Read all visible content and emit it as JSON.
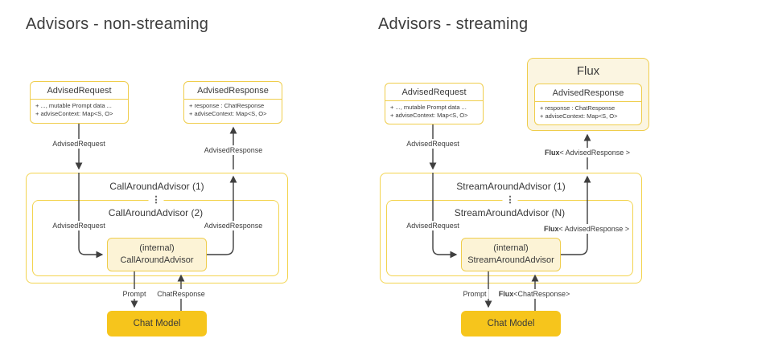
{
  "colors": {
    "box_border": "#efcd4c",
    "container_border": "#f3d44f",
    "internal_fill": "#fcf3d6",
    "flux_fill": "#fbf5e1",
    "chat_model_fill": "#f6c51c",
    "text": "#3a3a3a",
    "arrow": "#3f3f3f"
  },
  "left": {
    "title": "Advisors - non-streaming",
    "advised_request": {
      "header": "AdvisedRequest",
      "attrs": [
        "+ ..., mutable Prompt data ...",
        "+ adviseContext: Map<S, O>"
      ]
    },
    "advised_response": {
      "header": "AdvisedResponse",
      "attrs": [
        "+ response : ChatResponse",
        "+ adviseContext: Map<S, O>"
      ]
    },
    "outer_label": "CallAroundAdvisor (1)",
    "inner_label": "CallAroundAdvisor (2)",
    "dots": "⋮",
    "internal": {
      "line1": "(internal)",
      "line2": "CallAroundAdvisor"
    },
    "chat_model": "Chat Model",
    "labels": {
      "request_top": "AdvisedRequest",
      "response_top": "AdvisedResponse",
      "request_mid": "AdvisedRequest",
      "response_mid": "AdvisedResponse",
      "prompt": "Prompt",
      "chat_response": "ChatResponse"
    }
  },
  "right": {
    "title": "Advisors - streaming",
    "advised_request": {
      "header": "AdvisedRequest",
      "attrs": [
        "+ ..., mutable Prompt data ...",
        "+ adviseContext: Map<S, O>"
      ]
    },
    "flux_wrapper": {
      "title": "Flux",
      "advised_response": {
        "header": "AdvisedResponse",
        "attrs": [
          "+ response : ChatResponse",
          "+ adviseContext: Map<S, O>"
        ]
      }
    },
    "outer_label": "StreamAroundAdvisor (1)",
    "inner_label": "StreamAroundAdvisor (N)",
    "dots": "⋮",
    "internal": {
      "line1": "(internal)",
      "line2": "StreamAroundAdvisor"
    },
    "chat_model": "Chat Model",
    "labels": {
      "request_top": "AdvisedRequest",
      "flux_top": {
        "bold": "Flux",
        "rest": "< AdvisedResponse >"
      },
      "request_mid": "AdvisedRequest",
      "flux_mid": {
        "bold": "Flux",
        "rest": "< AdvisedResponse >"
      },
      "prompt": "Prompt",
      "flux_chat": {
        "bold": "Flux",
        "rest": "<ChatResponse>"
      }
    }
  }
}
